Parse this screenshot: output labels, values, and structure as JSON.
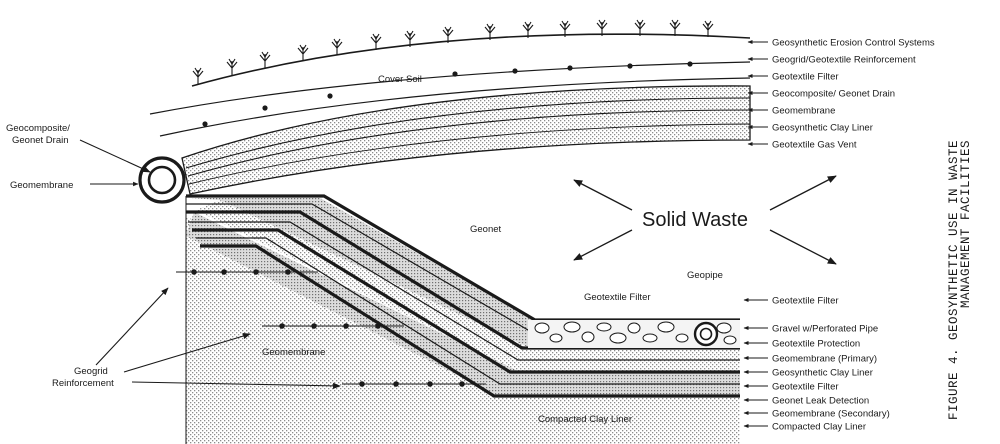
{
  "figure": {
    "caption_line1": "FIGURE 4.   GEOSYNTHETIC USE IN WASTE",
    "caption_line2": "MANAGEMENT FACILITIES"
  },
  "labels": {
    "cover_soil": "Cover Soil",
    "solid_waste": "Solid Waste",
    "geonet": "Geonet",
    "geopipe": "Geopipe",
    "geotextile_filter_mid": "Geotextile Filter",
    "geomembrane_mid": "Geomembrane",
    "compacted_clay_inner": "Compacted Clay Liner",
    "geocomposite_left_1": "Geocomposite/",
    "geocomposite_left_2": "Geonet Drain",
    "geomembrane_left": "Geomembrane",
    "geogrid_left_1": "Geogrid",
    "geogrid_left_2": "Reinforcement"
  },
  "cover_layers": [
    "Geosynthetic Erosion Control Systems",
    "Geogrid/Geotextile Reinforcement",
    "Geotextile Filter",
    "Geocomposite/ Geonet Drain",
    "Geomembrane",
    "Geosynthetic Clay Liner",
    "Geotextile Gas Vent"
  ],
  "liner_layers": [
    "Geotextile Filter",
    "Gravel w/Perforated Pipe",
    "Geotextile Protection",
    "Geomembrane (Primary)",
    "Geosynthetic Clay Liner",
    "Geotextile Filter",
    "Geonet Leak Detection",
    "Geomembrane (Secondary)",
    "Compacted Clay Liner"
  ],
  "colors": {
    "ink": "#1a1a1a",
    "stipple": "#9a9a9a",
    "paper": "#ffffff"
  }
}
